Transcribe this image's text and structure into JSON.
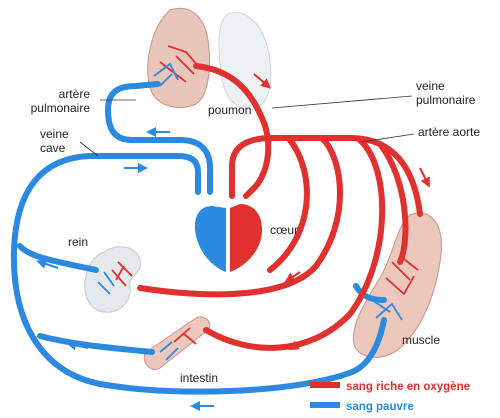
{
  "colors": {
    "oxygen_rich": "#e0312f",
    "oxygen_poor": "#2b8ae0",
    "organ": "#ecc8bc",
    "organ_dark": "#c9928a",
    "kidney": "#e6e9ec",
    "lung_left": "#e9c6ba",
    "lung_right": "#eef1f4"
  },
  "labels": {
    "artere_pulmonaire": [
      "artère",
      "pulmonaire"
    ],
    "poumon": "poumon",
    "veine_pulmonaire": [
      "veine",
      "pulmonaire"
    ],
    "artere_aorte": "artère aorte",
    "veine_cave": [
      "veine",
      "cave"
    ],
    "coeur": "cœur",
    "rein": "rein",
    "muscle": "muscle",
    "intestin": "intestin"
  },
  "legend": {
    "rich": "sang riche en oxygène",
    "poor": "sang pauvre"
  }
}
